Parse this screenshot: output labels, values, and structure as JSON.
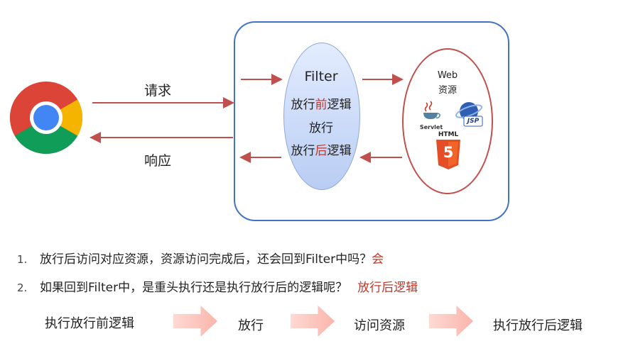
{
  "diagram": {
    "request_label": "请求",
    "response_label": "响应",
    "filter": {
      "title": "Filter",
      "line1_a": "放行",
      "line1_b": "前",
      "line1_c": "逻辑",
      "line2": "放行",
      "line3_a": "放行",
      "line3_b": "后",
      "line3_c": "逻辑"
    },
    "web": {
      "title_line1": "Web",
      "title_line2": "资源",
      "servlet_label": "Servlet",
      "jsp_label": "JSP",
      "html_label": "HTML",
      "html_number": "5"
    }
  },
  "questions": [
    {
      "number": "1.",
      "text": "放行后访问对应资源，资源访问完成后，还会回到Filter中吗？",
      "answer": "会"
    },
    {
      "number": "2.",
      "text": "如果回到Filter中，是重头执行还是执行放行后的逻辑呢？",
      "answer": "放行后逻辑"
    }
  ],
  "flow": [
    "执行放行前逻辑",
    "放行",
    "访问资源",
    "执行放行后逻辑"
  ],
  "colors": {
    "arrow": "#c0504d",
    "box_border": "#4472c4",
    "answer": "#c0392b"
  }
}
